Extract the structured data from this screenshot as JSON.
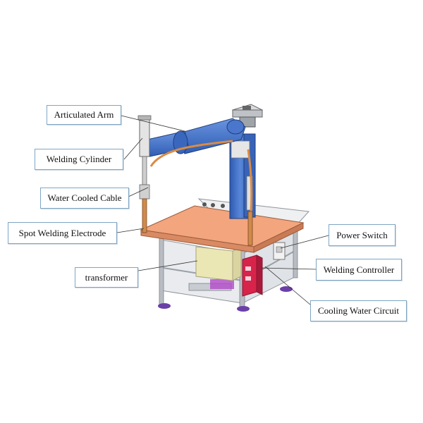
{
  "labels": {
    "articulated_arm": "Articulated Arm",
    "welding_cylinder": "Welding Cylinder",
    "water_cooled_cable": "Water Cooled Cable",
    "spot_welding_electrode": "Spot Welding Electrode",
    "transformer": "transformer",
    "power_switch": "Power Switch",
    "welding_controller": "Welding Controller",
    "cooling_water_circuit": "Cooling Water Circuit"
  },
  "colors": {
    "arm_blue": "#3f6fc9",
    "table_top": "#f3a57e",
    "frame": "#c9ccd2",
    "controller_red": "#d8244a",
    "transformer_yellow": "#ebe7b5",
    "cable_copper": "#d98b45",
    "callout_border": "#7fa6c4"
  }
}
